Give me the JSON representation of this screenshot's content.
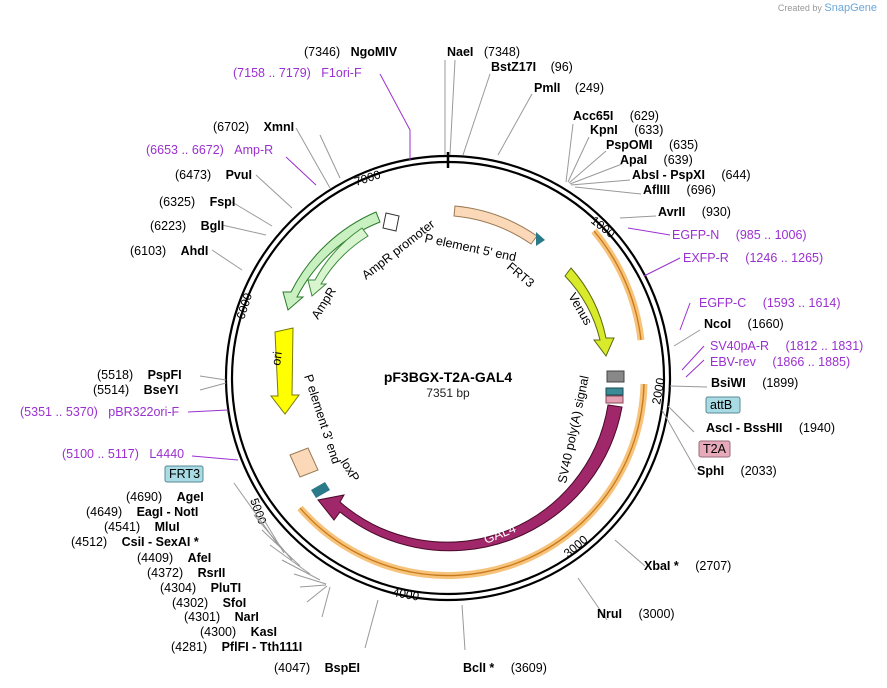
{
  "brand": {
    "created_by": "Created by",
    "logo": "SnapGene"
  },
  "plasmid": {
    "name": "pF3BGX-T2A-GAL4",
    "size": "7351 bp"
  },
  "ticks": [
    "1000",
    "2000",
    "3000",
    "4000",
    "5000",
    "6000",
    "7000"
  ],
  "features": {
    "p5": "P element 5' end",
    "frt3_top": "FRT3",
    "venus": "Venus",
    "sv40": "SV40 poly(A) signal",
    "gal4": "GAL4",
    "p3": "P element 3' end",
    "loxp": "loxP",
    "ori": "ori",
    "ampr": "AmpR",
    "amprp": "AmpR promoter",
    "attb": "attB",
    "t2a": "T2A",
    "frt3_left": "FRT3"
  },
  "sites": [
    {
      "pos": "(7346)",
      "name": "NgoMIV"
    },
    {
      "name": "NaeI",
      "pos": "(7348)"
    },
    {
      "name": "BstZ17I",
      "pos": "(96)"
    },
    {
      "name": "PmlI",
      "pos": "(249)"
    },
    {
      "name": "Acc65I",
      "pos": "(629)"
    },
    {
      "name": "KpnI",
      "pos": "(633)"
    },
    {
      "name": "PspOMI",
      "pos": "(635)"
    },
    {
      "name": "ApaI",
      "pos": "(639)"
    },
    {
      "name": "AbsI - PspXI",
      "pos": "(644)"
    },
    {
      "name": "AflIII",
      "pos": "(696)"
    },
    {
      "name": "AvrII",
      "pos": "(930)"
    },
    {
      "name": "NcoI",
      "pos": "(1660)"
    },
    {
      "name": "BsiWI",
      "pos": "(1899)"
    },
    {
      "name": "AscI - BssHII",
      "pos": "(1940)"
    },
    {
      "name": "SphI",
      "pos": "(2033)"
    },
    {
      "name": "XbaI *",
      "pos": "(2707)"
    },
    {
      "name": "NruI",
      "pos": "(3000)"
    },
    {
      "name": "BclI *",
      "pos": "(3609)"
    },
    {
      "pos": "(4047)",
      "name": "BspEI"
    },
    {
      "pos": "(4281)",
      "name": "PflFI - Tth111I"
    },
    {
      "pos": "(4300)",
      "name": "KasI"
    },
    {
      "pos": "(4301)",
      "name": "NarI"
    },
    {
      "pos": "(4302)",
      "name": "SfoI"
    },
    {
      "pos": "(4304)",
      "name": "PluTI"
    },
    {
      "pos": "(4372)",
      "name": "RsrII"
    },
    {
      "pos": "(4409)",
      "name": "AfeI"
    },
    {
      "pos": "(4512)",
      "name": "CsiI - SexAI *"
    },
    {
      "pos": "(4541)",
      "name": "MluI"
    },
    {
      "pos": "(4649)",
      "name": "EagI - NotI"
    },
    {
      "pos": "(4690)",
      "name": "AgeI"
    },
    {
      "pos": "(5514)",
      "name": "BseYI"
    },
    {
      "pos": "(5518)",
      "name": "PspFI"
    },
    {
      "pos": "(6103)",
      "name": "AhdI"
    },
    {
      "pos": "(6223)",
      "name": "BglI"
    },
    {
      "pos": "(6325)",
      "name": "FspI"
    },
    {
      "pos": "(6473)",
      "name": "PvuI"
    },
    {
      "pos": "(6702)",
      "name": "XmnI"
    }
  ],
  "primers": [
    {
      "name": "F1ori-F",
      "range": "(7158 .. 7179)"
    },
    {
      "name": "Amp-R",
      "range": "(6653 .. 6672)"
    },
    {
      "name": "EGFP-N",
      "range": "(985 .. 1006)"
    },
    {
      "name": "EXFP-R",
      "range": "(1246 .. 1265)"
    },
    {
      "name": "EGFP-C",
      "range": "(1593 .. 1614)"
    },
    {
      "name": "SV40pA-R",
      "range": "(1812 .. 1831)"
    },
    {
      "name": "EBV-rev",
      "range": "(1866 .. 1885)"
    },
    {
      "name": "pBR322ori-F",
      "range": "(5351 .. 5370)"
    },
    {
      "name": "L4440",
      "range": "(5100 .. 5117)"
    }
  ]
}
